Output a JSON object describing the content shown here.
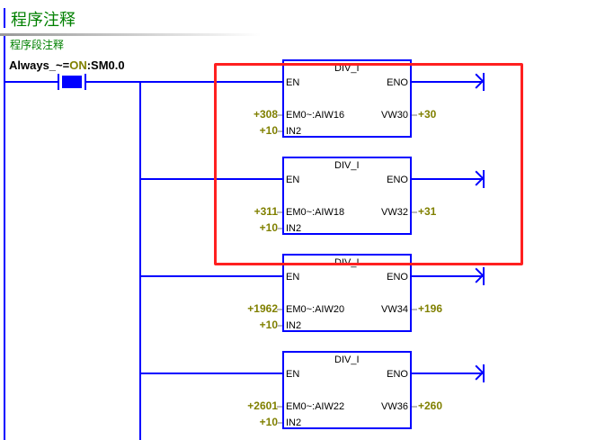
{
  "header": {
    "title": "程序注释",
    "network_comment": "程序段注释"
  },
  "rung": {
    "contact_symbol": "Always_~",
    "eq": "=",
    "state": "ON",
    "address": ":SM0.0"
  },
  "blocks": [
    {
      "name": "DIV_I",
      "en": "EN",
      "eno": "ENO",
      "in1": "EM0~:AIW16",
      "in1_value": "+308",
      "in2": "IN2",
      "in2_value": "+10",
      "out": "VW30",
      "out_value": "+30"
    },
    {
      "name": "DIV_I",
      "en": "EN",
      "eno": "ENO",
      "in1": "EM0~:AIW18",
      "in1_value": "+311",
      "in2": "IN2",
      "in2_value": "+10",
      "out": "VW32",
      "out_value": "+31"
    },
    {
      "name": "DIV_I",
      "en": "EN",
      "eno": "ENO",
      "in1": "EM0~:AIW20",
      "in1_value": "+1962",
      "in2": "IN2",
      "in2_value": "+10",
      "out": "VW34",
      "out_value": "+196"
    },
    {
      "name": "DIV_I",
      "en": "EN",
      "eno": "ENO",
      "in1": "EM0~:AIW22",
      "in1_value": "+2601",
      "in2": "IN2",
      "in2_value": "+10",
      "out": "VW36",
      "out_value": "+260"
    }
  ],
  "colors": {
    "wire": "#0000ff",
    "highlight": "#ff2020",
    "value": "#808000",
    "comment": "#008000"
  }
}
